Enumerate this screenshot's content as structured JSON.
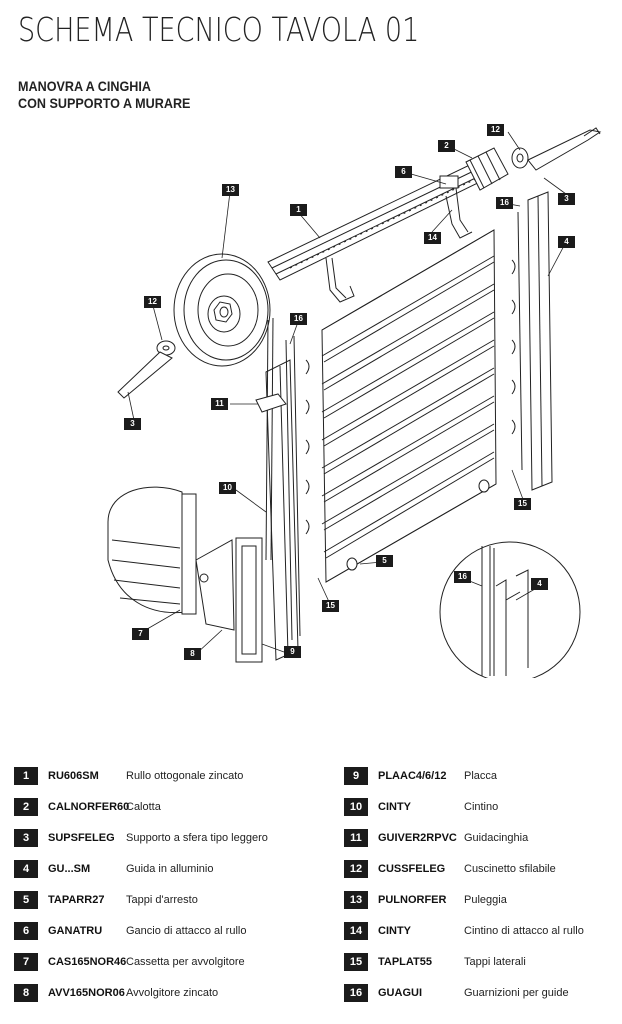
{
  "title": "SCHEMA TECNICO TAVOLA 01",
  "subtitle_line1": "MANOVRA A CINGHIA",
  "subtitle_line2": "CON SUPPORTO A MURARE",
  "callouts": [
    "1",
    "2",
    "3",
    "4",
    "5",
    "6",
    "7",
    "8",
    "9",
    "10",
    "11",
    "12",
    "13",
    "14",
    "15",
    "16"
  ],
  "legend": [
    {
      "num": "1",
      "code": "RU606SM",
      "desc": "Rullo ottogonale zincato"
    },
    {
      "num": "2",
      "code": "CALNORFER60",
      "desc": "Calotta"
    },
    {
      "num": "3",
      "code": "SUPSFELEG",
      "desc": "Supporto a sfera tipo leggero"
    },
    {
      "num": "4",
      "code": "GU...SM",
      "desc": "Guida in alluminio"
    },
    {
      "num": "5",
      "code": "TAPARR27",
      "desc": "Tappi d'arresto"
    },
    {
      "num": "6",
      "code": "GANATRU",
      "desc": "Gancio di attacco al rullo"
    },
    {
      "num": "7",
      "code": "CAS165NOR46",
      "desc": "Cassetta per avvolgitore"
    },
    {
      "num": "8",
      "code": "AVV165NOR06",
      "desc": "Avvolgitore zincato"
    },
    {
      "num": "9",
      "code": "PLAAC4/6/12",
      "desc": "Placca"
    },
    {
      "num": "10",
      "code": "CINTY",
      "desc": "Cintino"
    },
    {
      "num": "11",
      "code": "GUIVER2RPVC",
      "desc": "Guidacinghia"
    },
    {
      "num": "12",
      "code": "CUSSFELEG",
      "desc": "Cuscinetto sfilabile"
    },
    {
      "num": "13",
      "code": "PULNORFER",
      "desc": "Puleggia"
    },
    {
      "num": "14",
      "code": "CINTY",
      "desc": "Cintino di attacco al rullo"
    },
    {
      "num": "15",
      "code": "TAPLAT55",
      "desc": "Tappi laterali"
    },
    {
      "num": "16",
      "code": "GUAGUI",
      "desc": "Guarnizioni per guide"
    }
  ]
}
